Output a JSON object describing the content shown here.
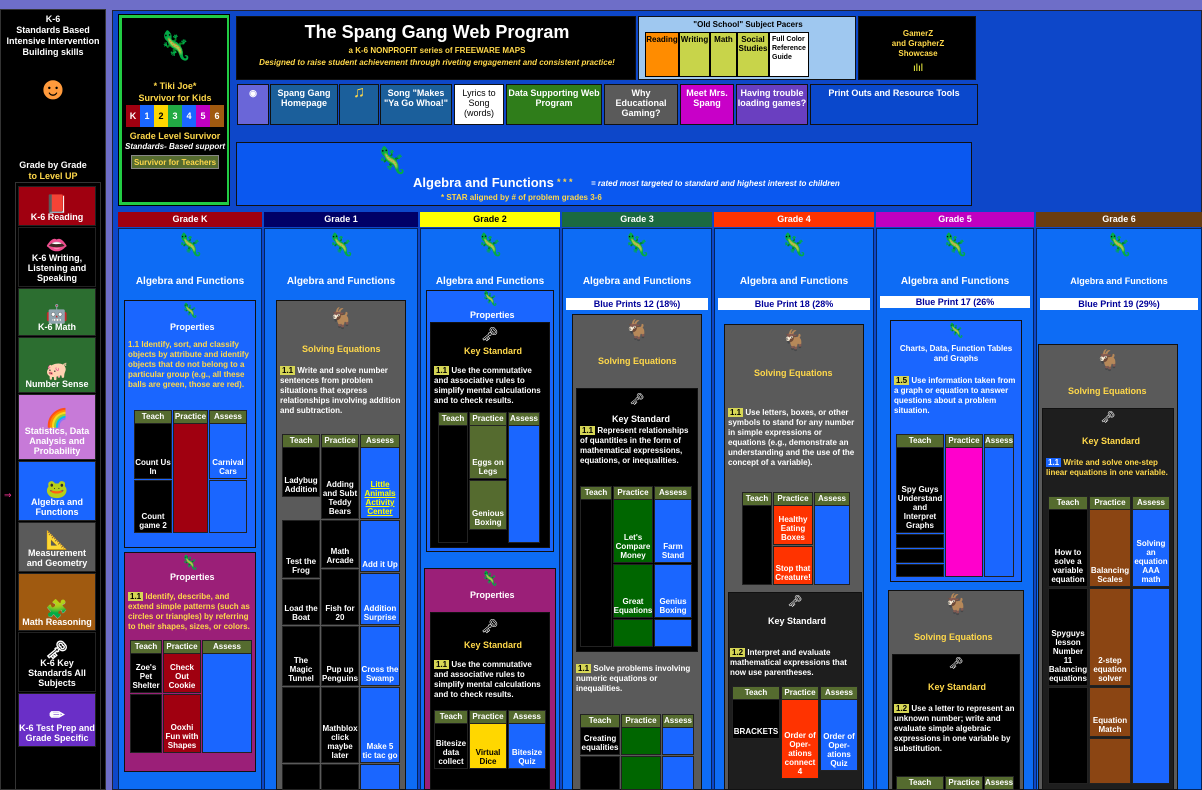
{
  "sidebar": {
    "header": [
      "K-6",
      "Standards Based",
      "Intensive Intervention",
      "Building skills"
    ],
    "footer": [
      "Grade by Grade",
      "to Level UP"
    ],
    "items": [
      {
        "label": "K-6 Reading",
        "icon": "book-icon",
        "bg": "#a00010"
      },
      {
        "label": "K-6 Writing, Listening and Speaking",
        "icon": "mouth-icon",
        "bg": "#000"
      },
      {
        "label": "K-6 Math",
        "icon": "robot-icon",
        "bg": "#2c6e30"
      },
      {
        "label": "Number Sense",
        "icon": "pig-icon",
        "bg": "#2c6e30"
      },
      {
        "label": "Statistics, Data Analysis and Probability",
        "icon": "rainbow-icon",
        "bg": "#c77ad8"
      },
      {
        "label": "Algebra and Functions",
        "icon": "mascot-icon",
        "bg": "#1a66ff"
      },
      {
        "label": "Measurement and Geometry",
        "icon": "ruler-icon",
        "bg": "#5a5a5a"
      },
      {
        "label": "Math Reasoning",
        "icon": "puzzle-icon",
        "bg": "#a05a10"
      },
      {
        "label": "K-6 Key Standards All Subjects",
        "icon": "key-icon",
        "bg": "#000"
      },
      {
        "label": "K-6 Test Prep and Grade Specific",
        "icon": "pencil-icon",
        "bg": "#6a2fc7"
      }
    ]
  },
  "tikijoe": {
    "name": "* Tiki Joe*",
    "subtitle": "Survivor for Kids",
    "grades": [
      "K",
      "1",
      "2",
      "3",
      "4",
      "5",
      "6"
    ],
    "line1": "Grade Level Survivor",
    "line2": "Standards- Based support",
    "teachers": "Survivor for Teachers"
  },
  "header": {
    "title": "The Spang Gang Web Program",
    "subtitle": "a K-6 NONPROFIT series of FREEWARE MAPS",
    "tagline": "Designed to raise student achievement through riveting engagement and consistent practice!"
  },
  "pacers": {
    "title": "\"Old School\" Subject Pacers",
    "items": [
      {
        "label": "Reading",
        "bg": "#ff8c00"
      },
      {
        "label": "Writing",
        "bg": "#c8d44a"
      },
      {
        "label": "Math",
        "bg": "#c8d44a"
      },
      {
        "label": "Social Studies",
        "bg": "#c8d44a"
      },
      {
        "label": "Full Color Reference Guide",
        "bg": "#ffffff"
      }
    ]
  },
  "gamerz": {
    "line1": "GamerZ",
    "line2": "and GrapherZ",
    "line3": "Showcase"
  },
  "toolbar": [
    {
      "label": "Spang Gang Homepage",
      "bg": "#1b5f9b"
    },
    {
      "label": "Song \"Makes \"Ya Go Whoa!\"",
      "bg": "#1b5f9b"
    },
    {
      "label": "Lyrics to Song (words)",
      "bg": "#ffffff"
    },
    {
      "label": "Data Supporting Web Program",
      "bg": "#2f7d1a"
    },
    {
      "label": "Why Educational Gaming?",
      "bg": "#5a5a5a"
    },
    {
      "label": "Meet Mrs. Spang",
      "bg": "#c800c8"
    },
    {
      "label": "Having trouble loading games?",
      "bg": "#6a3fc0"
    },
    {
      "label": "Print Outs and Resource Tools",
      "bg": "#0a48cc"
    }
  ],
  "banner": {
    "title": "Algebra and Functions",
    "stars": "* * *",
    "note": "= rated most targeted to standard and highest interest to children",
    "star_note": "* STAR aligned by # of problem grades 3-6"
  },
  "grades": [
    {
      "label": "Grade K",
      "bg": "#a00010"
    },
    {
      "label": "Grade 1",
      "bg": "#000066"
    },
    {
      "label": "Grade 2",
      "bg": "#ffff00"
    },
    {
      "label": "Grade 3",
      "bg": "#1b6a40"
    },
    {
      "label": "Grade 4",
      "bg": "#ff3300"
    },
    {
      "label": "Grade 5",
      "bg": "#c000c0"
    },
    {
      "label": "Grade 6",
      "bg": "#6a3d10"
    }
  ],
  "af_title": "Algebra and Functions",
  "blueprints": [
    "Blue Prints 12 (18%)",
    "Blue Print 18 (28%",
    "Blue Print 17 (26%",
    "Blue Print 19 (29%)"
  ],
  "gk": {
    "p1_title": "Properties",
    "p1_num": "1.1",
    "p1_text": "1.1 Identify, sort, and classify objects by attribute and identify objects that do not belong to a particular group (e.g., all these balls are green, those are red).",
    "p2_title": "Properties",
    "p2_num": "1.1",
    "p2_text": "Identify, describe, and extend simple patterns (such as circles or triangles) by referring to their shapes, sizes, or colors.",
    "tabs": [
      "Teach",
      "Practice",
      "Assess"
    ],
    "g1": [
      "Count Us In",
      "Carnival Cars",
      "Count game 2"
    ],
    "g2": [
      "Zoe's Pet Shelter",
      "Check Out Cookie",
      "Ooxhi Fun with Shapes"
    ]
  },
  "g1": {
    "title": "Solving Equations",
    "num": "1.1",
    "text": "Write and solve number sentences from problem situations that express relationships involving addition and subtraction.",
    "tabs": [
      "Teach",
      "Practice",
      "Assess"
    ],
    "games": [
      "Ladybug Addition",
      "Adding and Subt Teddy Bears",
      "Little Animals Activity Center",
      "Test the Frog",
      "Math Arcade",
      "Add it Up",
      "Load the Boat",
      "Fish for 20",
      "Addition Surprise",
      "The Magic Tunnel",
      "Pup up Penguins",
      "Cross the Swamp",
      "Mathblox click maybe later",
      "Make 5 tic tac go"
    ]
  },
  "g2": {
    "p_title": "Properties",
    "key": "Key Standard",
    "num": "1.1",
    "text": "Use the commutative and associative rules to simplify mental calculations and to check results.",
    "tabs": [
      "Teach",
      "Practice",
      "Assess"
    ],
    "games": [
      "Eggs on Legs",
      "Genious Boxing"
    ],
    "p2_title": "Properties",
    "key2": "Key Standard",
    "num2": "1.1",
    "text2": "Use the commutative and associative rules to simplify mental calculations and to check results.",
    "tabs2": [
      "Teach",
      "Practice",
      "Assess"
    ],
    "games2": [
      "Bitesize data collect",
      "Virtual Dice",
      "Bitesize Quiz"
    ]
  },
  "g3": {
    "title": "Solving Equations",
    "key": "Key Standard",
    "num": "1.1",
    "text": "Represent relationships of quantities in the form of mathematical expressions, equations, or inequalities.",
    "tabs": [
      "Teach",
      "Practice",
      "Assess"
    ],
    "games": [
      "Let's Compare Money",
      "Farm Stand",
      "Great Equations",
      "Genius Boxing"
    ],
    "num2": "1.1",
    "text2": "Solve problems involving numeric equations or inequalities.",
    "tabs2": [
      "Teach",
      "Practice",
      "Assess"
    ],
    "games2": [
      "Creating equalities"
    ]
  },
  "g4": {
    "title": "Solving Equations",
    "num": "1.1",
    "text": "Use letters, boxes, or other symbols to stand for any number in simple expressions or equations (e.g., demonstrate an understanding and the use of the concept of a variable).",
    "tabs": [
      "Teach",
      "Practice",
      "Assess"
    ],
    "games": [
      "Healthy Eating Boxes",
      "Stop that Creature!"
    ],
    "key": "Key Standard",
    "num2": "1.2",
    "text2": "Interpret and evaluate mathematical expressions that now use parentheses.",
    "tabs2": [
      "Teach",
      "Practice",
      "Assess"
    ],
    "games2": [
      "BRACKETS",
      "Order of Oper-ations connect 4",
      "Order of Oper-ations Quiz"
    ]
  },
  "g5": {
    "title": "Charts, Data, Function Tables and Graphs",
    "num": "1.5",
    "text": "Use information taken from a graph or equation to answer questions about a problem situation.",
    "tabs": [
      "Teach",
      "Practice",
      "Assess"
    ],
    "games": [
      "Spy Guys Understand and Interpret Graphs"
    ],
    "title2": "Solving Equations",
    "key": "Key Standard",
    "num2": "1.2",
    "text2": "Use a letter to represent an unknown number; write and evaluate simple algebraic expressions in one variable by substitution.",
    "tabs2": [
      "Teach",
      "Practice",
      "Assess"
    ]
  },
  "g6": {
    "title": "Solving Equations",
    "key": "Key Standard",
    "num": "1.1",
    "text": "Write and solve one-step linear equations in one variable.",
    "tabs": [
      "Teach",
      "Practice",
      "Assess"
    ],
    "games": [
      "How to solve a variable equation",
      "Balancing Scales",
      "Solving an equation AAA math",
      "Spyguys lesson Number 11 Balancing equations",
      "2-step equation solver",
      "Equation Match"
    ]
  }
}
